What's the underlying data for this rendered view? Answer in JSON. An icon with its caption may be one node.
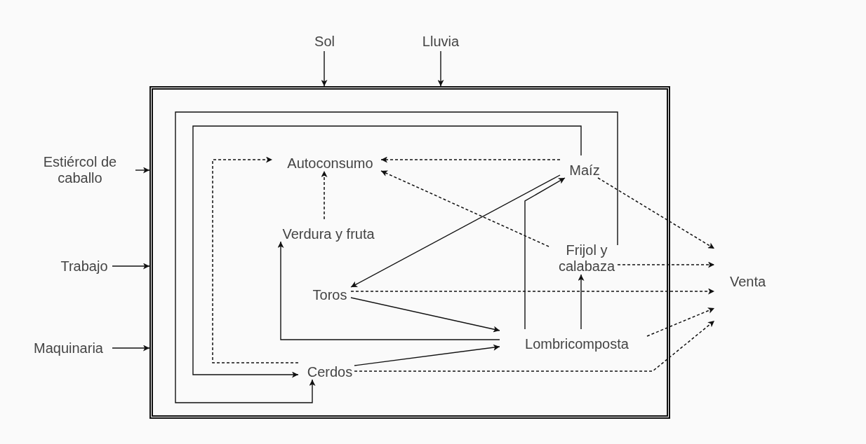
{
  "diagram": {
    "nodes": [
      {
        "text": [
          "Sol"
        ]
      },
      {
        "text": [
          "Lluvia"
        ]
      },
      {
        "text": [],
        "shape": "box"
      },
      {
        "text": [
          "Estiércol de caballo"
        ]
      },
      {
        "text": [
          "Autoconsumo"
        ],
        "in": 2
      },
      {
        "text": [
          "Maíz"
        ],
        "in": 2
      },
      {
        "text": [
          "Verdura y fruta"
        ],
        "in": 2
      },
      {
        "text": [
          "Frijol y calabaza"
        ],
        "in": 2
      },
      {
        "text": [
          "Trabajo"
        ]
      },
      {
        "text": [
          "Venta"
        ]
      },
      {
        "text": [
          "Toros"
        ],
        "in": 2
      },
      {
        "text": [
          "Lombricomposta"
        ],
        "in": 2
      },
      {
        "text": [
          "Maquinaria"
        ]
      },
      {
        "text": [
          "Cerdos"
        ],
        "in": 2
      }
    ],
    "edges": [
      {
        "from": 0,
        "to": 2,
        "arrow": "to"
      },
      {
        "from": 1,
        "to": 2,
        "arrow": "to"
      },
      {
        "from": 3,
        "to": 2,
        "arrow": "to"
      },
      {
        "from": 8,
        "to": 2,
        "arrow": "to"
      },
      {
        "from": 12,
        "to": 2,
        "arrow": "to"
      },
      {
        "from": 5,
        "to": 4,
        "arrow": "to",
        "style": "dashed"
      },
      {
        "from": 7,
        "to": 4,
        "arrow": "to",
        "style": "dashed"
      },
      {
        "from": 6,
        "to": 4,
        "arrow": "to",
        "style": "dashed"
      },
      {
        "from": 13,
        "to": 4,
        "arrow": "to",
        "style": "dashed"
      },
      {
        "from": 5,
        "to": 10,
        "arrow": "to"
      },
      {
        "from": 5,
        "to": 13,
        "arrow": "to"
      },
      {
        "from": 7,
        "to": 13,
        "arrow": "to"
      },
      {
        "from": 10,
        "to": 11,
        "arrow": "to"
      },
      {
        "from": 13,
        "to": 11,
        "arrow": "to"
      },
      {
        "from": 11,
        "to": 6,
        "arrow": "to"
      },
      {
        "from": 11,
        "to": 5,
        "arrow": "to"
      },
      {
        "from": 11,
        "to": 7,
        "arrow": "to"
      },
      {
        "from": 5,
        "to": 9,
        "arrow": "to",
        "style": "dashed"
      },
      {
        "from": 7,
        "to": 9,
        "arrow": "to",
        "style": "dashed"
      },
      {
        "from": 10,
        "to": 9,
        "arrow": "to",
        "style": "dashed"
      },
      {
        "from": 11,
        "to": 9,
        "arrow": "to",
        "style": "dashed"
      },
      {
        "from": 13,
        "to": 9,
        "arrow": "to",
        "style": "dashed"
      }
    ]
  }
}
